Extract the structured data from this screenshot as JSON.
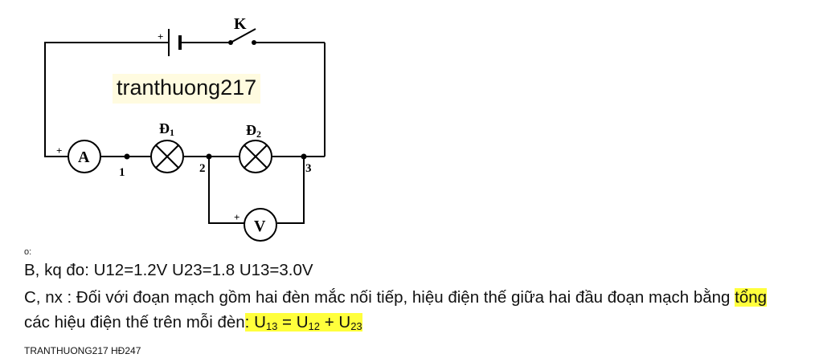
{
  "diagram": {
    "labels": {
      "switch": "K",
      "lamp1": "Đ",
      "lamp1_sub": "1",
      "lamp2": "Đ",
      "lamp2_sub": "2",
      "ammeter": "A",
      "voltmeter": "V",
      "node1": "1",
      "node2": "2",
      "node3": "3",
      "plus": "+"
    },
    "watermark": "tranthuong217"
  },
  "text": {
    "small_mark": "o:",
    "line_b": "B, kq đo: U12=1.2V   U23=1.8    U13=3.0V",
    "line_c_part1": "C, nx :  Đối với đoạn mạch gồm hai đèn mắc nối tiếp, hiệu điện thế giữa hai đầu đoạn mạch bằng ",
    "line_c_highlight": "tổng",
    "line_c2_part1": "các hiệu điện thế trên mỗi đèn",
    "formula": {
      "colon": ": ",
      "u13": "U",
      "u13_sub": "13",
      "eq": " = ",
      "u12": "U",
      "u12_sub": "12",
      "plus": " + ",
      "u23": "U",
      "u23_sub": "23"
    },
    "footer": "TRANTHUONG217 HĐ247"
  },
  "colors": {
    "highlight": "#ffff3c",
    "label_bg": "#fffbe0",
    "wire": "#000000"
  }
}
